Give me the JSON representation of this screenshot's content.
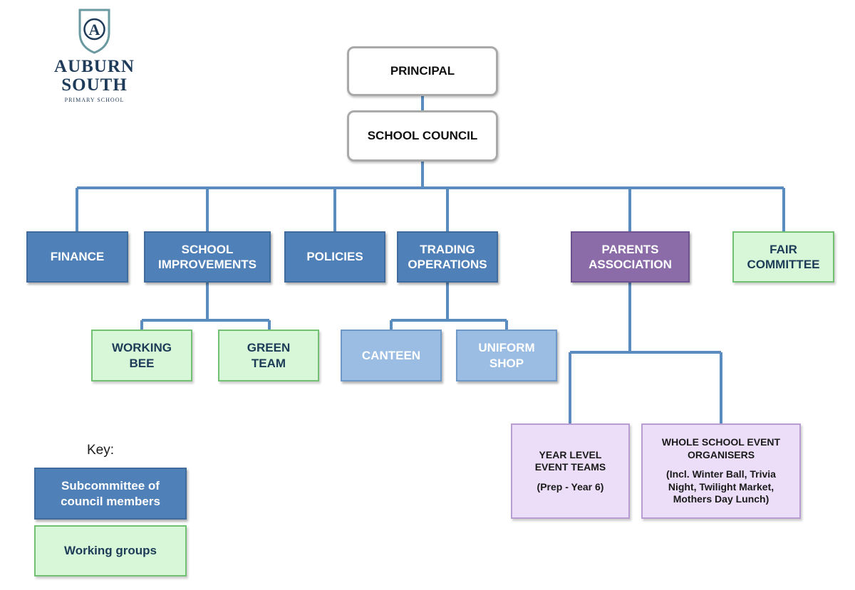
{
  "logo": {
    "monogram": "A",
    "line1": "AUBURN",
    "line2": "SOUTH",
    "line3": "PRIMARY SCHOOL"
  },
  "nodes": {
    "principal": "PRINCIPAL",
    "council": "SCHOOL COUNCIL",
    "finance": "FINANCE",
    "improvements": "SCHOOL IMPROVEMENTS",
    "policies": "POLICIES",
    "trading": "TRADING OPERATIONS",
    "parents": "PARENTS ASSOCIATION",
    "fair": "FAIR COMMITTEE",
    "working_bee": "WORKING BEE",
    "green_team": "GREEN TEAM",
    "canteen": "CANTEEN",
    "uniform_shop": "UNIFORM SHOP",
    "year_level_title": "YEAR LEVEL EVENT TEAMS",
    "year_level_note": "(Prep - Year 6)",
    "whole_school_title": "WHOLE SCHOOL EVENT ORGANISERS",
    "whole_school_note": "(Incl. Winter Ball, Trivia Night, Twilight Market, Mothers Day Lunch)"
  },
  "key": {
    "title": "Key:",
    "subcommittee": "Subcommittee of council members",
    "working": "Working groups"
  },
  "colors": {
    "connector": "#5b8cc0",
    "subcommittee": "#4f80b7",
    "subcommittee_light": "#9bbde3",
    "working_group": "#d8f7d8",
    "parents_association": "#8b6ca9",
    "parents_light": "#ecdef8"
  }
}
